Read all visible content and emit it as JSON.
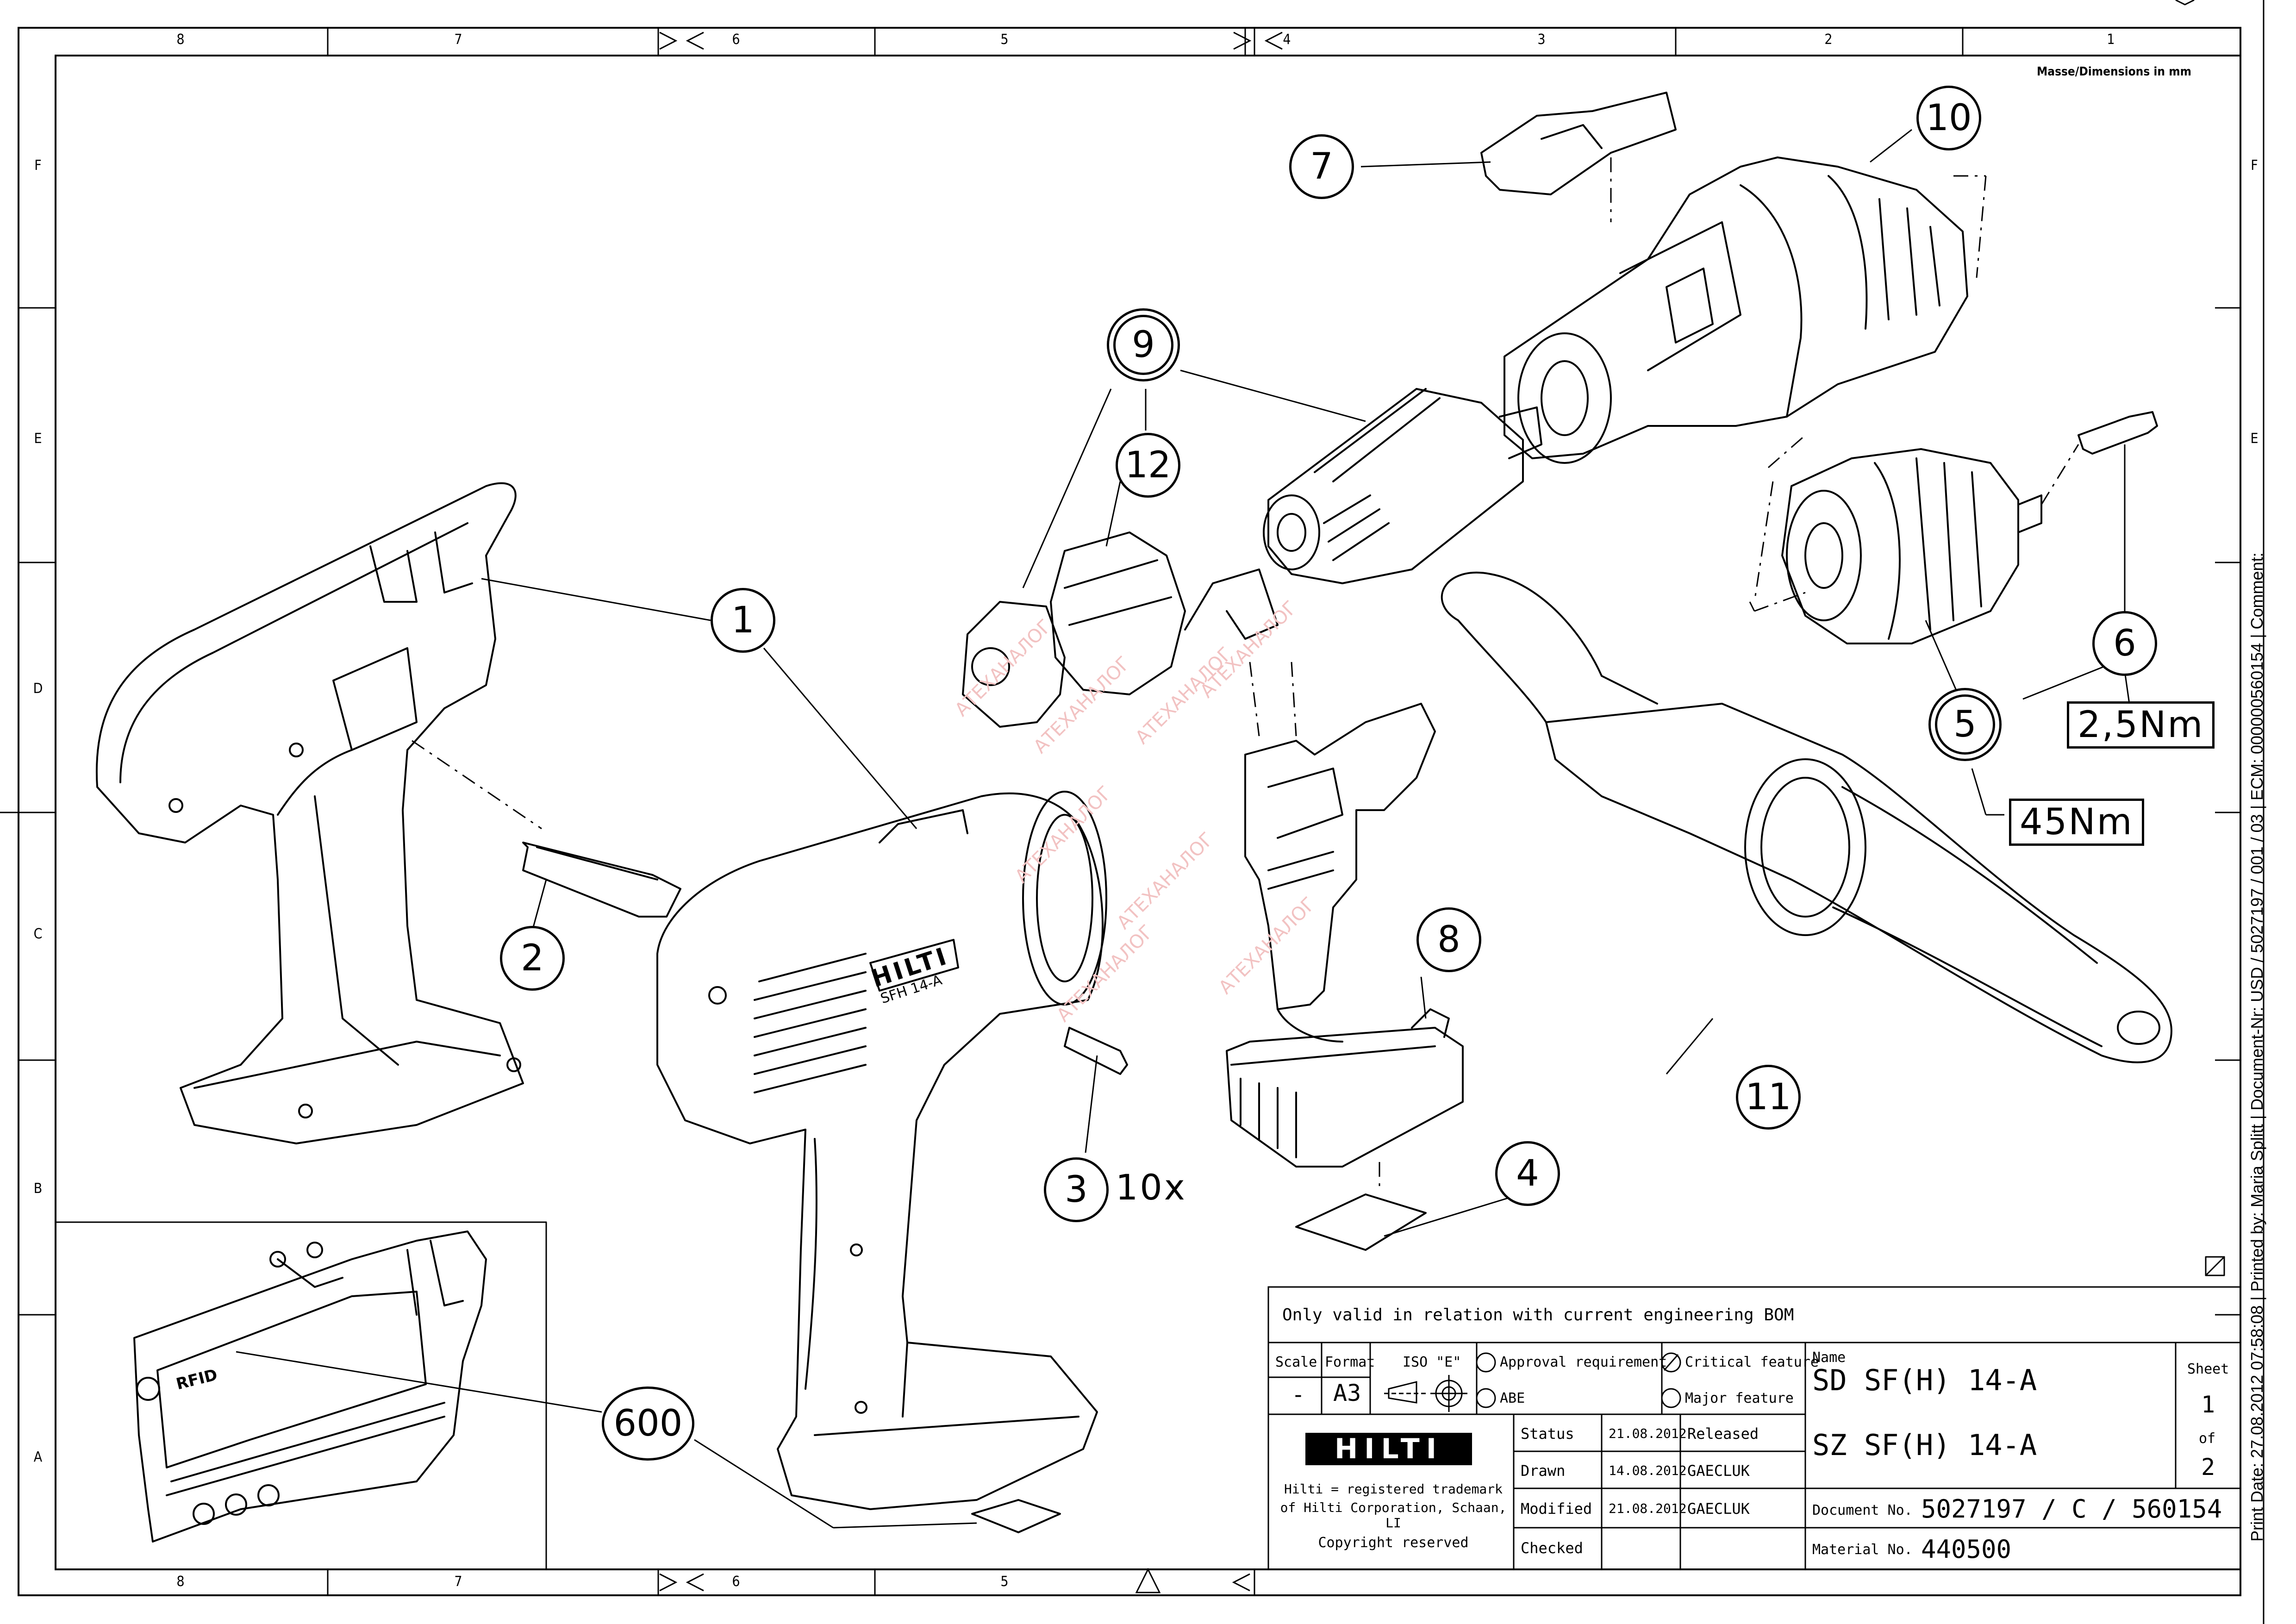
{
  "frame": {
    "top_zones": [
      "8",
      "7",
      "6",
      "5",
      "4",
      "3",
      "2",
      "1"
    ],
    "side_zones": [
      "F",
      "E",
      "D",
      "C",
      "B",
      "A"
    ],
    "dimensions_note": "Masse/Dimensions in mm"
  },
  "balloons": {
    "b1": "1",
    "b2": "2",
    "b3": "3",
    "b4": "4",
    "b5": "5",
    "b6": "6",
    "b7": "7",
    "b8": "8",
    "b9": "9",
    "b10": "10",
    "b11": "11",
    "b12": "12",
    "b600": "600"
  },
  "annotations": {
    "qty_3": "10x",
    "torque_6": "2,5Nm",
    "torque_5": "45Nm",
    "rfid_label": "RFID",
    "housing_brand": "HILTI",
    "housing_model": "SFH 14-A"
  },
  "title_block": {
    "validity_note": "Only valid in relation with current engineering BOM",
    "scale_label": "Scale",
    "scale_value": "-",
    "format_label": "Format",
    "format_value": "A3",
    "iso_label": "ISO \"E\"",
    "approval_requirement": "Approval requirement",
    "abe": "ABE",
    "critical_feature": "Critical feature",
    "major_feature": "Major feature",
    "name_label": "Name",
    "name_line1": "SD SF(H) 14-A",
    "name_line2": "SZ SF(H) 14-A",
    "sheet_label": "Sheet",
    "sheet_number": "1",
    "sheet_of": "of",
    "sheet_total": "2",
    "logo_text": "HILTI",
    "trademark_line1": "Hilti = registered trademark",
    "trademark_line2": "of Hilti Corporation, Schaan, LI",
    "copyright": "Copyright reserved",
    "rows": [
      {
        "label": "Status",
        "date": "21.08.2012",
        "value": "Released"
      },
      {
        "label": "Drawn",
        "date": "14.08.2012",
        "value": "GAECLUK"
      },
      {
        "label": "Modified",
        "date": "21.08.2012",
        "value": "GAECLUK"
      },
      {
        "label": "Checked",
        "date": "",
        "value": ""
      }
    ],
    "document_no_label": "Document No.",
    "document_no": "5027197 / C / 560154",
    "material_no_label": "Material No.",
    "material_no": "440500"
  },
  "side_text": "Print Date: 27.08.2012 07:58:08 | Printed by: Maria Splitt | Document-Nr: USD / 5027197 / 001 / 03 | ECM: 000000560154 | Comment:",
  "watermark": "АТЕХАНАЛОГ"
}
